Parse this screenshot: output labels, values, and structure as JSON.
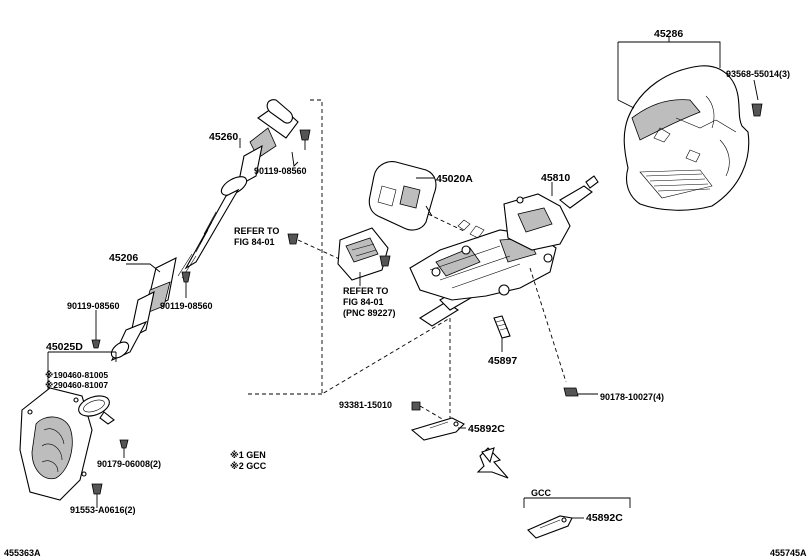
{
  "labels": {
    "p45286": "45286",
    "p93568": "93568-55014(3)",
    "p45260": "45260",
    "p90119a": "90119-08560",
    "p45020A": "45020A",
    "p45810": "45810",
    "refer1_line1": "REFER TO",
    "refer1_line2": "FIG 84-01",
    "p45206": "45206",
    "p90119b": "90119-08560",
    "p90119c": "90119-08560",
    "refer2_line1": "REFER TO",
    "refer2_line2": "FIG 84-01",
    "refer2_line3": "(PNC 89227)",
    "p45025D": "45025D",
    "note1": "※190460-81005",
    "note2": "※290460-81007",
    "p45897": "45897",
    "p90178": "90178-10027(4)",
    "p93381": "93381-15010",
    "p45892C_a": "45892C",
    "p90179": "90179-06008(2)",
    "legend1": "※1 GEN",
    "legend2": "※2 GCC",
    "p91553": "91553-A0616(2)",
    "gcc": "GCC",
    "p45892C_b": "45892C",
    "code_left": "455363A",
    "code_right": "455745A"
  }
}
